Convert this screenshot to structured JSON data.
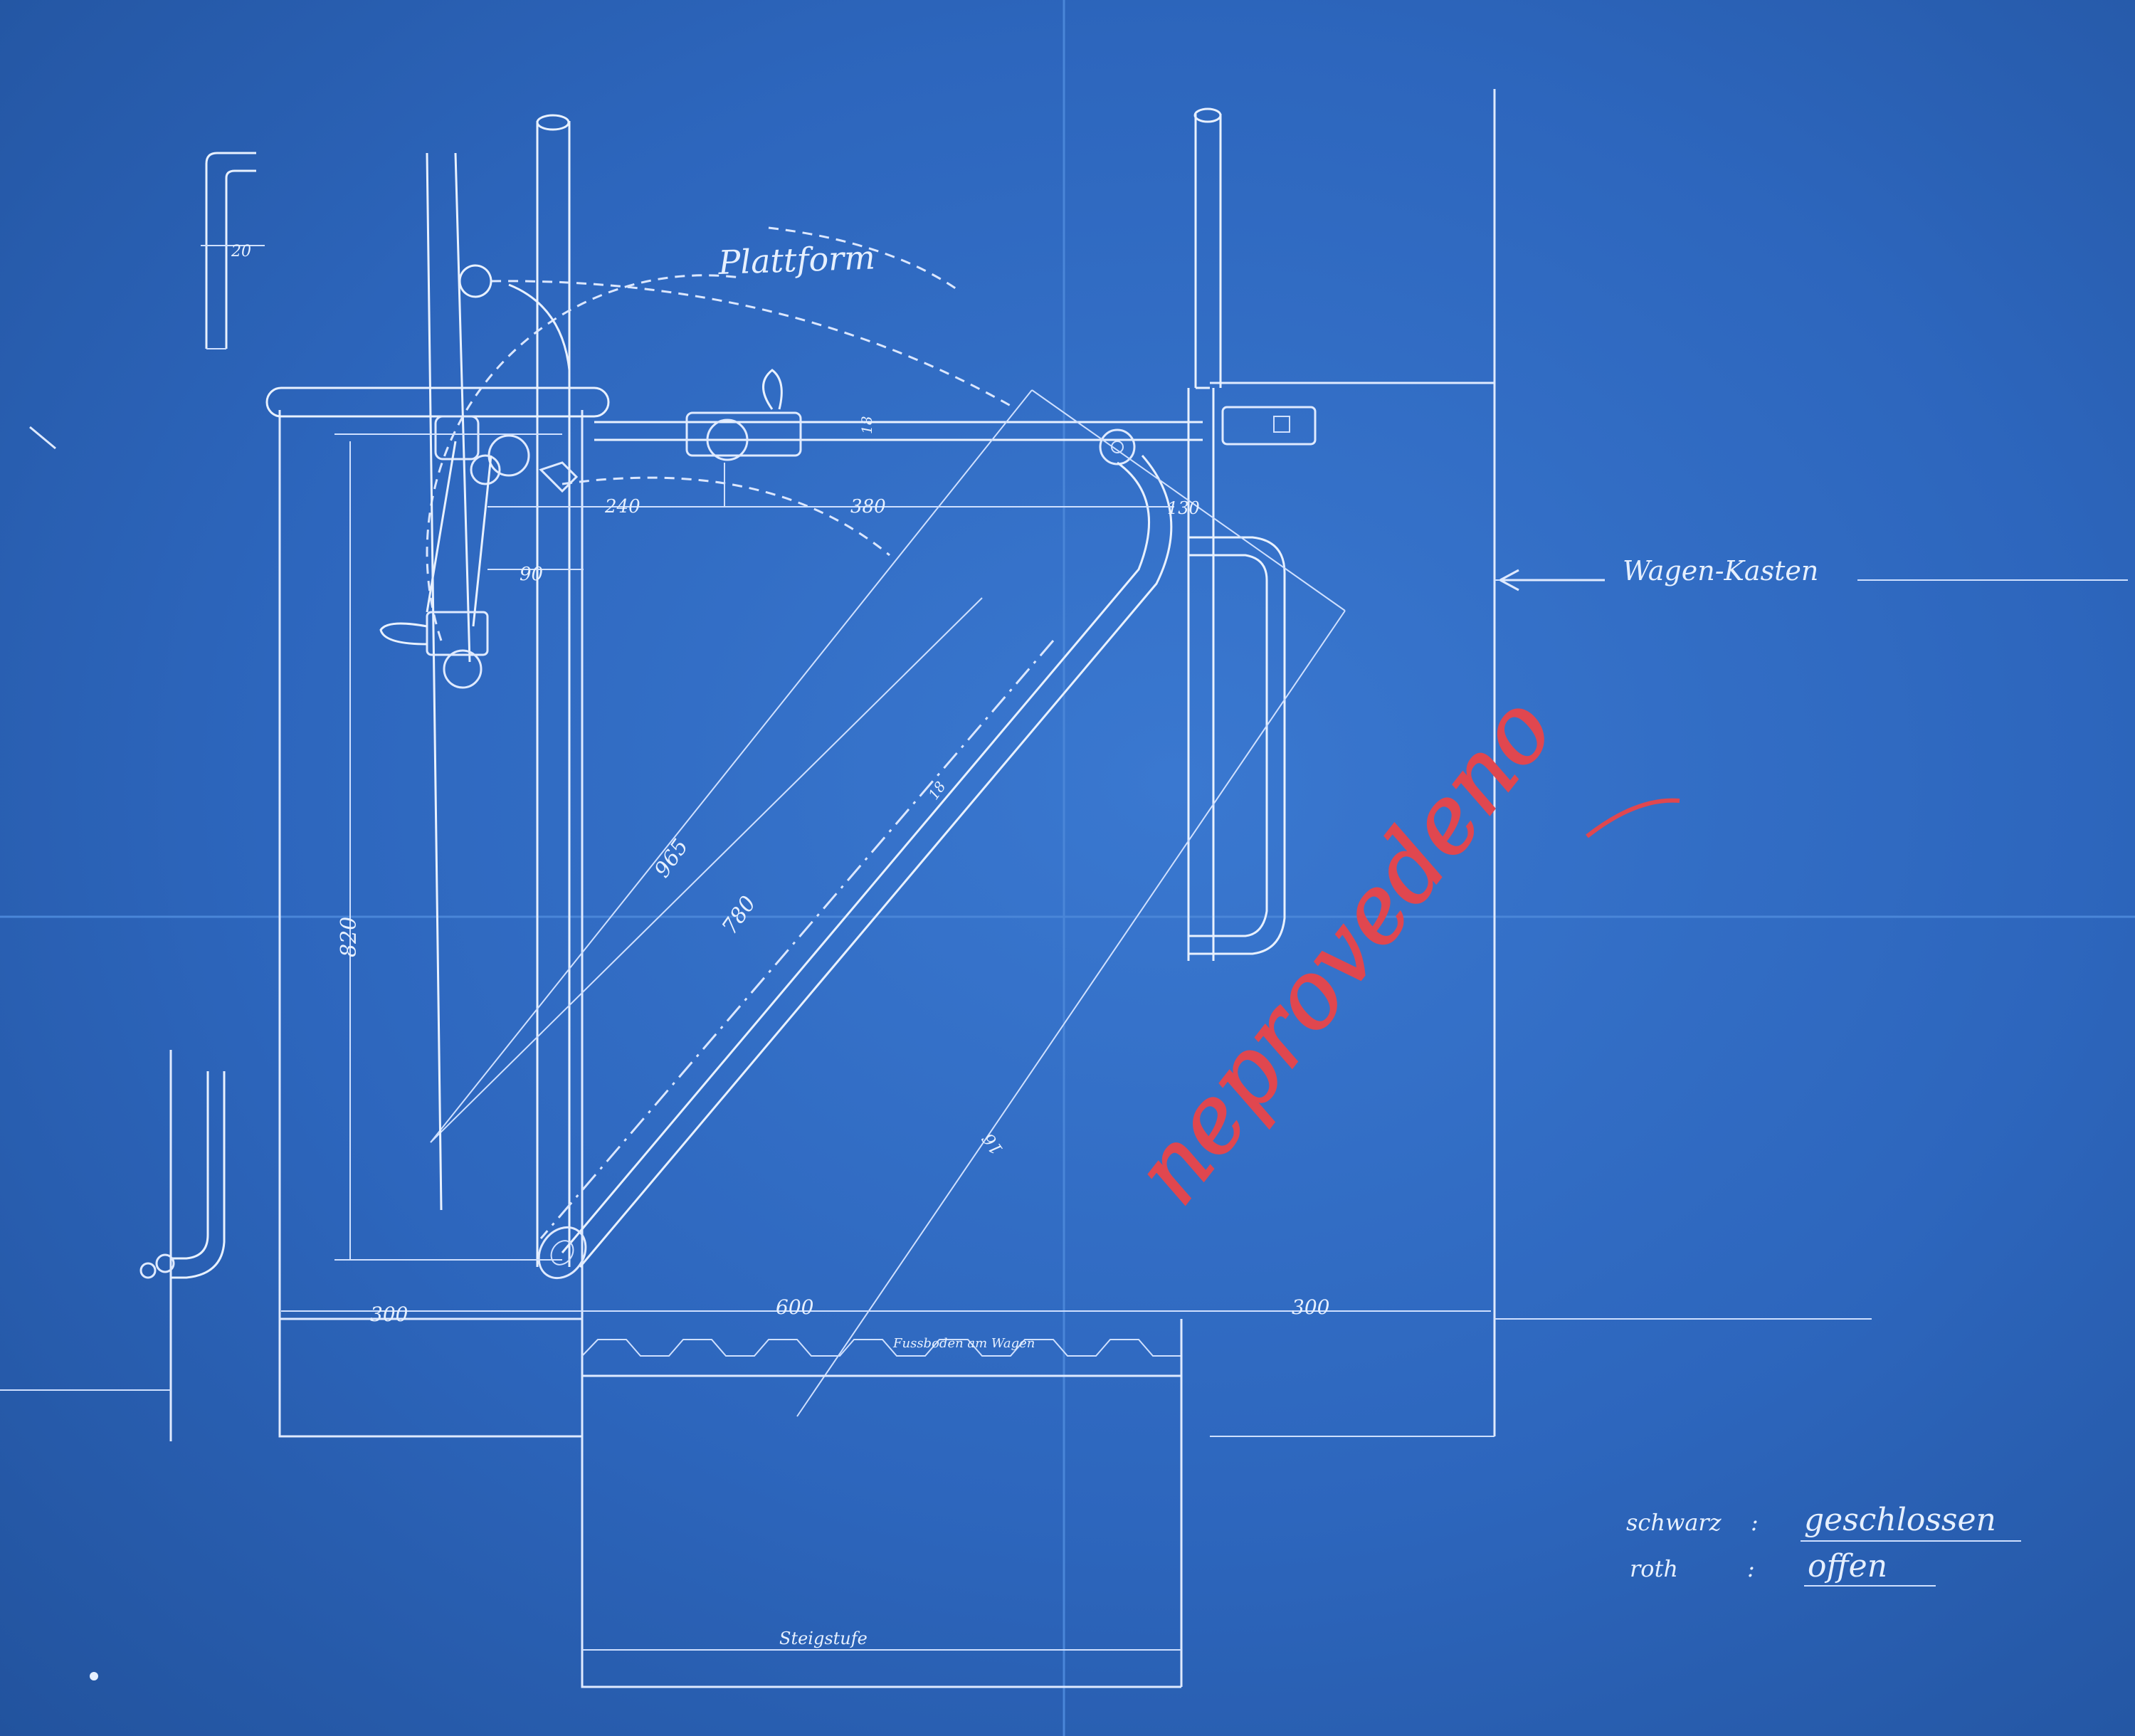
{
  "labels": {
    "plattform": "Plattform",
    "wagen_kasten": "Wagen-Kasten",
    "fussboden": "Fussboden am Wagen",
    "steigstufe": "Steigstufe",
    "stamp": "neprovedeno"
  },
  "dimensions": {
    "d20": "20",
    "d240": "240",
    "d380": "380",
    "d130": "130",
    "d90": "90",
    "d820": "820",
    "d965": "965",
    "d780": "780",
    "d300_left": "300",
    "d600": "600",
    "d300_right": "300",
    "d18_top": "18",
    "d18_bar": "18",
    "d16": "16"
  },
  "legend": [
    {
      "key": "schwarz",
      "sep": ":",
      "value": "geschlossen"
    },
    {
      "key": "roth",
      "sep": ":",
      "value": "offen"
    }
  ],
  "colors": {
    "paper": "#2d66bd",
    "ink": "#e6f0ff",
    "stamp": "#e0474f"
  }
}
